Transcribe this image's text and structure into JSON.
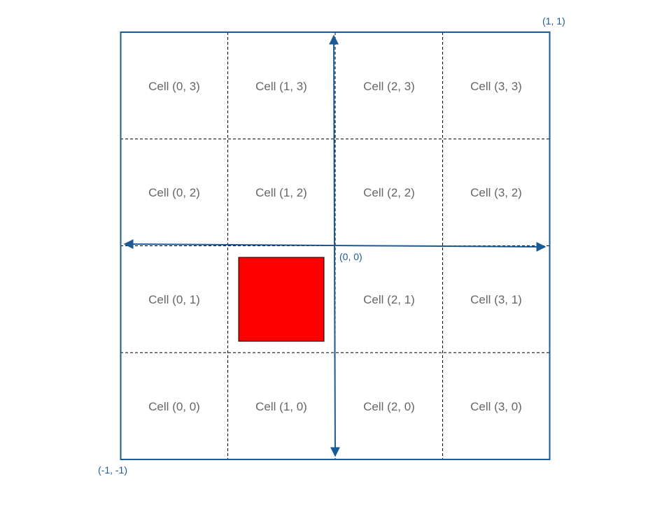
{
  "grid": {
    "columns": 4,
    "rows": 4,
    "cells": [
      [
        "Cell (0, 3)",
        "Cell (1, 3)",
        "Cell (2, 3)",
        "Cell (3, 3)"
      ],
      [
        "Cell (0, 2)",
        "Cell (1, 2)",
        "Cell (2, 2)",
        "Cell (3, 2)"
      ],
      [
        "Cell (0, 1)",
        "",
        "Cell (2, 1)",
        "Cell (3, 1)"
      ],
      [
        "Cell (0, 0)",
        "Cell (1, 0)",
        "Cell (2, 0)",
        "Cell (3, 0)"
      ]
    ]
  },
  "coordinates": {
    "top_right": "(1, 1)",
    "origin": "(0, 0)",
    "bottom_left": "(-1, -1)"
  },
  "highlight": {
    "cell": "Cell (1, 1)",
    "color": "#ff0000"
  },
  "colors": {
    "axis": "#1a5a96",
    "border": "#1a5a96",
    "grid_lines": "#000000",
    "cell_text": "#666666"
  }
}
